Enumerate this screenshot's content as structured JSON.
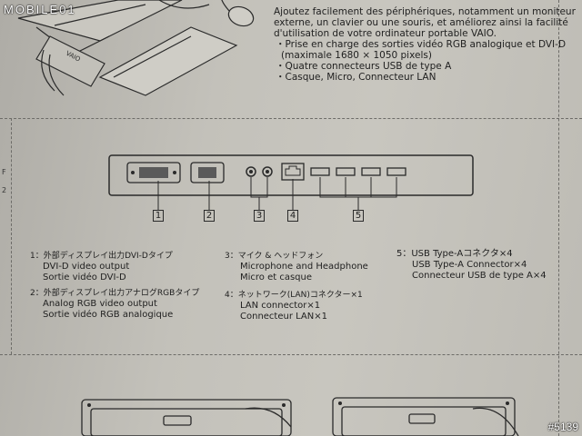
{
  "watermark": "MOBILE01",
  "photo_code": "#5139",
  "french_description": {
    "lines": [
      "Ajoutez facilement des périphériques, notamment un moniteur",
      "externe, un clavier ou une souris, et améliorez ainsi la facilité",
      "d'utilisation de votre ordinateur portable VAIO.",
      "・Prise en charge des sorties vidéo RGB analogique et DVI-D",
      "  (maximale 1680 × 1050 pixels)",
      "・Quatre connecteurs USB de type A",
      "・Casque, Micro, Connecteur LAN"
    ]
  },
  "margin_marks": [
    "2",
    "F"
  ],
  "callouts": [
    "1",
    "2",
    "3",
    "4",
    "5"
  ],
  "legend": {
    "item1": {
      "jp": "1：外部ディスプレイ出力DVI-Dタイプ",
      "en": "DVI-D video output",
      "fr": "Sortie vidéo DVI-D"
    },
    "item2": {
      "jp": "2：外部ディスプレイ出力アナログRGBタイプ",
      "en": "Analog RGB video output",
      "fr": "Sortie vidéo RGB analogique"
    },
    "item3": {
      "jp": "3：マイク & ヘッドフォン",
      "en": "Microphone and Headphone",
      "fr": "Micro et casque"
    },
    "item4": {
      "jp": "4：ネットワーク(LAN)コネクター×1",
      "en": "LAN connector×1",
      "fr": "Connecteur LAN×1"
    },
    "item5": {
      "jp": "5：USB Type-Aコネクタ×4",
      "en": "USB Type-A Connector×4",
      "fr": "Connecteur USB de type A×4"
    }
  },
  "colors": {
    "paper": "#c5c3bc",
    "ink": "#1f1f1f",
    "panel": "#3a3a3a"
  }
}
